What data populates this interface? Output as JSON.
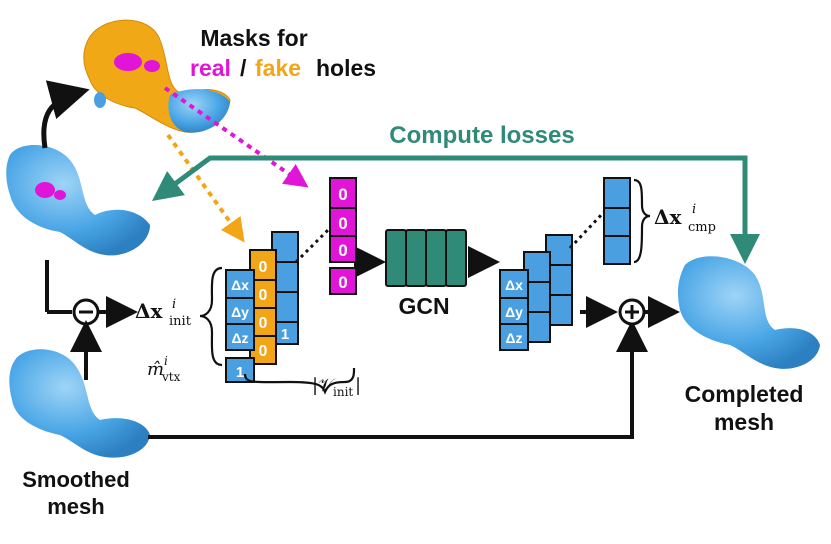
{
  "labels": {
    "masks_title": "Masks for",
    "masks_real": "real",
    "masks_sep": "/",
    "masks_fake": "fake",
    "masks_holes": "holes",
    "compute_losses": "Compute losses",
    "gcn": "GCN",
    "smoothed": "Smoothed",
    "smoothed2": "mesh",
    "completed": "Completed",
    "completed2": "mesh",
    "minus": "−",
    "plus": "+"
  },
  "math": {
    "delta_x_init": "Δx",
    "delta_x_init_sup": "i",
    "delta_x_init_sub": "init",
    "m_vtx": "m̂",
    "m_vtx_sup": "i",
    "m_vtx_sub": "vtx",
    "v_init": "|𝒱",
    "v_init_sub": "init",
    "v_init_close": "|",
    "delta_x_cmp": "Δx",
    "delta_x_cmp_sup": "i",
    "delta_x_cmp_sub": "cmp"
  },
  "cells": {
    "dx": "Δx",
    "dy": "Δy",
    "dz": "Δz",
    "one": "1",
    "zero": "0"
  },
  "colors": {
    "blue": "#4a9fe0",
    "orange": "#f2a516",
    "magenta": "#e015d8",
    "teal": "#2f8a78",
    "mesh": "#5fb2ea"
  }
}
